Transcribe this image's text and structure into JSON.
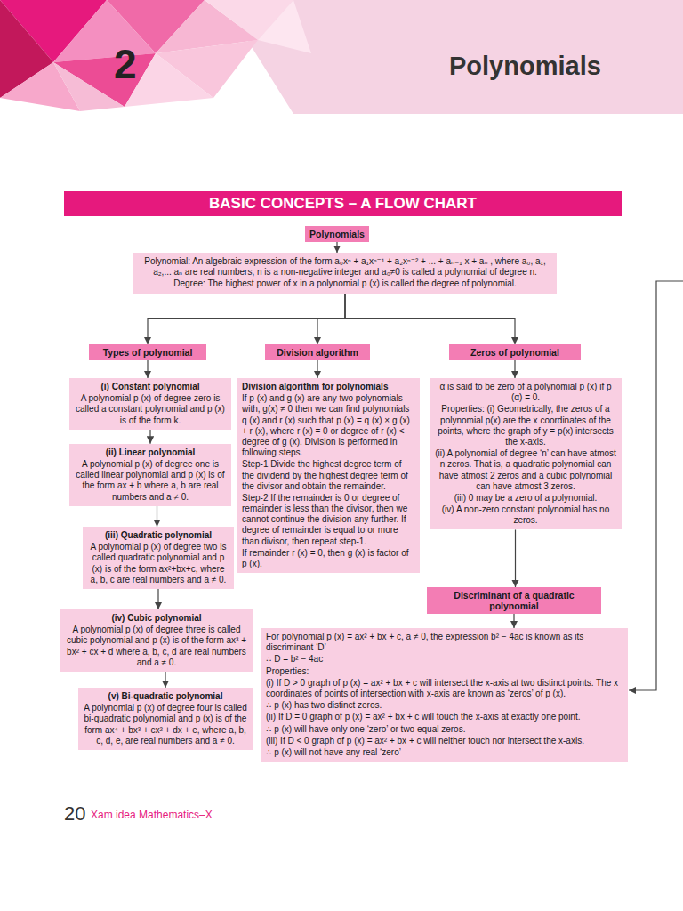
{
  "diagram": {
    "title": "Polynomials",
    "nodes": [
      {
        "text": [
          "BASIC CONCEPTS – A FLOW CHART"
        ]
      },
      {
        "text": [
          "Polynomials"
        ]
      },
      {
        "text": [
          "Polynomial: An algebraic expression of the form a₀xⁿ + a₁xⁿ⁻¹ + a₂xⁿ⁻² + ... + aₙ₋₁ x + aₙ , where a₀, a₁, a₂,... aₙ are real numbers, n is a non-negative integer and a₀≠0 is called a polynomial of degree n.",
          "Degree: The highest power of x in a polynomial p (x) is called the degree of polynomial."
        ]
      },
      {
        "text": [
          "Types of polynomial"
        ]
      },
      {
        "text": [
          "Division algorithm"
        ]
      },
      {
        "text": [
          "Zeros of polynomial"
        ]
      },
      {
        "text": [
          "(i) Constant polynomial",
          "A polynomial p (x) of degree zero is called a constant polynomial and p (x) is of the form k."
        ]
      },
      {
        "text": [
          "(ii) Linear polynomial",
          "A polynomial p (x) of degree one is called linear polynomial and p (x) is of the form ax + b where a, b are real numbers and a ≠ 0."
        ]
      },
      {
        "text": [
          "(iii) Quadratic polynomial",
          "A polynomial p (x) of degree two is called quadratic polynomial and p (x) is of the form ax²+bx+c, where a, b, c are real numbers and a ≠ 0."
        ]
      },
      {
        "text": [
          "(iv) Cubic polynomial",
          "A polynomial p (x) of degree three is called cubic polynomial and p (x) is of the form ax³ + bx² + cx + d where a, b, c, d are real numbers and a ≠ 0."
        ]
      },
      {
        "text": [
          "(v) Bi-quadratic polynomial",
          "A polynomial p (x) of degree four is called bi-quadratic polynomial and p (x) is of the form ax⁴ + bx³ + cx² + dx + e, where a, b, c, d, e, are real numbers and a ≠ 0."
        ]
      },
      {
        "text": [
          "Division algorithm for polynomials",
          "If p (x) and g (x) are any two polynomials with, g(x) ≠ 0 then we can find polynomials q (x) and r (x) such that p (x) = q (x) × g (x) + r (x), where r (x) = 0 or degree of r (x) < degree of g (x). Division is performed in following steps.",
          "Step-1 Divide the highest degree term of the dividend by the highest degree term of the divisor and obtain the remainder.",
          "Step-2 If the remainder is 0 or degree of remainder is less than the divisor, then we cannot continue the division any further. If degree of remainder is equal to or more than divisor, then repeat step-1.",
          "If remainder r (x) = 0, then g (x) is factor of p (x)."
        ]
      },
      {
        "text": [
          "α is said to be zero of a polynomial p (x) if p (α) = 0.",
          "Properties: (i) Geometrically, the zeros of a polynomial p(x) are the x coordinates of the points, where the graph of y = p(x) intersects the x-axis.",
          "(ii) A polynomial of degree ‘n’ can have atmost n zeros. That is, a quadratic polynomial can have atmost 2 zeros and a cubic polynomial can have atmost 3 zeros.",
          "(iii) 0 may be a zero of a polynomial.",
          "(iv) A non-zero constant polynomial has no zeros."
        ]
      },
      {
        "text": [
          "Discriminant of a quadratic polynomial"
        ]
      },
      {
        "text": [
          "For polynomial p (x) = ax² + bx + c, a ≠ 0, the expression b² − 4ac is known as its discriminant ‘D’",
          "∴ D = b² − 4ac",
          "Properties:",
          "(i) If D > 0 graph of p (x) = ax² + bx + c will intersect the x-axis at two distinct points. The x coordinates of points of intersection with x-axis are known as ‘zeros’ of p (x).",
          "∴ p (x) has two distinct zeros.",
          "(ii) If D = 0 graph of p (x) = ax² + bx + c will touch the x-axis at exactly one point.",
          "∴ p (x) will have only one ‘zero’ or two equal zeros.",
          "(iii) If D < 0 graph of p (x) = ax² + bx + c will neither touch nor intersect the x-axis.",
          "∴ p (x) will not have any real ‘zero’"
        ]
      }
    ],
    "edges": [
      {
        "from": 1,
        "to": 2,
        "arrow": "to"
      },
      {
        "from": 2,
        "to": 3,
        "arrow": "to"
      },
      {
        "from": 2,
        "to": 4,
        "arrow": "to"
      },
      {
        "from": 2,
        "to": 5,
        "arrow": "to"
      },
      {
        "from": 3,
        "to": 6,
        "arrow": "to"
      },
      {
        "from": 6,
        "to": 7,
        "arrow": "to"
      },
      {
        "from": 7,
        "to": 8,
        "arrow": "to"
      },
      {
        "from": 8,
        "to": 9,
        "arrow": "to"
      },
      {
        "from": 9,
        "to": 10,
        "arrow": "to"
      },
      {
        "from": 4,
        "to": 11,
        "arrow": "to"
      },
      {
        "from": 5,
        "to": 12,
        "arrow": "to"
      },
      {
        "from": 12,
        "to": 13,
        "arrow": "to"
      },
      {
        "from": 13,
        "to": 14,
        "arrow": "to"
      }
    ],
    "labels": [
      "2",
      "20",
      "Xam idea Mathematics–X"
    ]
  }
}
